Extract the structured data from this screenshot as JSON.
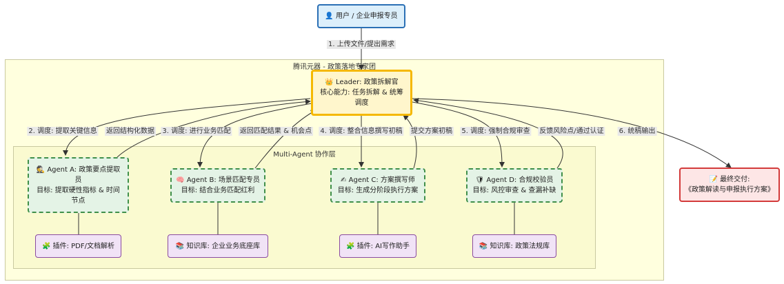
{
  "clusters": {
    "outer_title": "腾讯元器 - 政策落地专家团",
    "inner_title": "Multi-Agent 协作层"
  },
  "nodes": {
    "user": {
      "icon": "👤",
      "label": "用户 / 企业申报专员"
    },
    "leader": {
      "icon": "👑",
      "line1": "Leader: 政策拆解官",
      "line2": "核心能力: 任务拆解 & 统筹",
      "line3": "调度"
    },
    "agent_a": {
      "icon": "🕵",
      "line1": "Agent A: 政策要点提取",
      "line2": "员",
      "line3": "目标: 提取硬性指标 & 时间",
      "line4": "节点"
    },
    "agent_b": {
      "icon": "🧠",
      "line1": "Agent B: 场景匹配专员",
      "line2": "目标: 结合业务匹配红利"
    },
    "agent_c": {
      "icon": "✍",
      "line1": "Agent C: 方案撰写师",
      "line2": "目标: 生成分阶段执行方案"
    },
    "agent_d": {
      "icon": "🛡",
      "line1": "Agent D: 合规校验员",
      "line2": "目标: 风控审查 & 查漏补缺"
    },
    "plugin_a": {
      "icon": "🧩",
      "label": "插件: PDF/文档解析"
    },
    "kb_b": {
      "icon": "📚",
      "label": "知识库: 企业业务底座库"
    },
    "plugin_c": {
      "icon": "🧩",
      "label": "插件: AI写作助手"
    },
    "kb_d": {
      "icon": "📚",
      "label": "知识库: 政策法规库"
    },
    "final": {
      "icon": "📝",
      "line1": "最终交付:",
      "line2": "《政策解读与申报执行方案》"
    }
  },
  "edges": {
    "e1": "1. 上传文件/提出需求",
    "e2": "2. 调度: 提取关键信息",
    "e2r": "返回结构化数据",
    "e3": "3. 调度: 进行业务匹配",
    "e3r": "返回匹配结果 & 机会点",
    "e4": "4. 调度: 整合信息撰写初稿",
    "e4r": "提交方案初稿",
    "e5": "5. 调度: 强制合规审查",
    "e5r": "反馈风险点/通过认证",
    "e6": "6. 统稿输出"
  }
}
